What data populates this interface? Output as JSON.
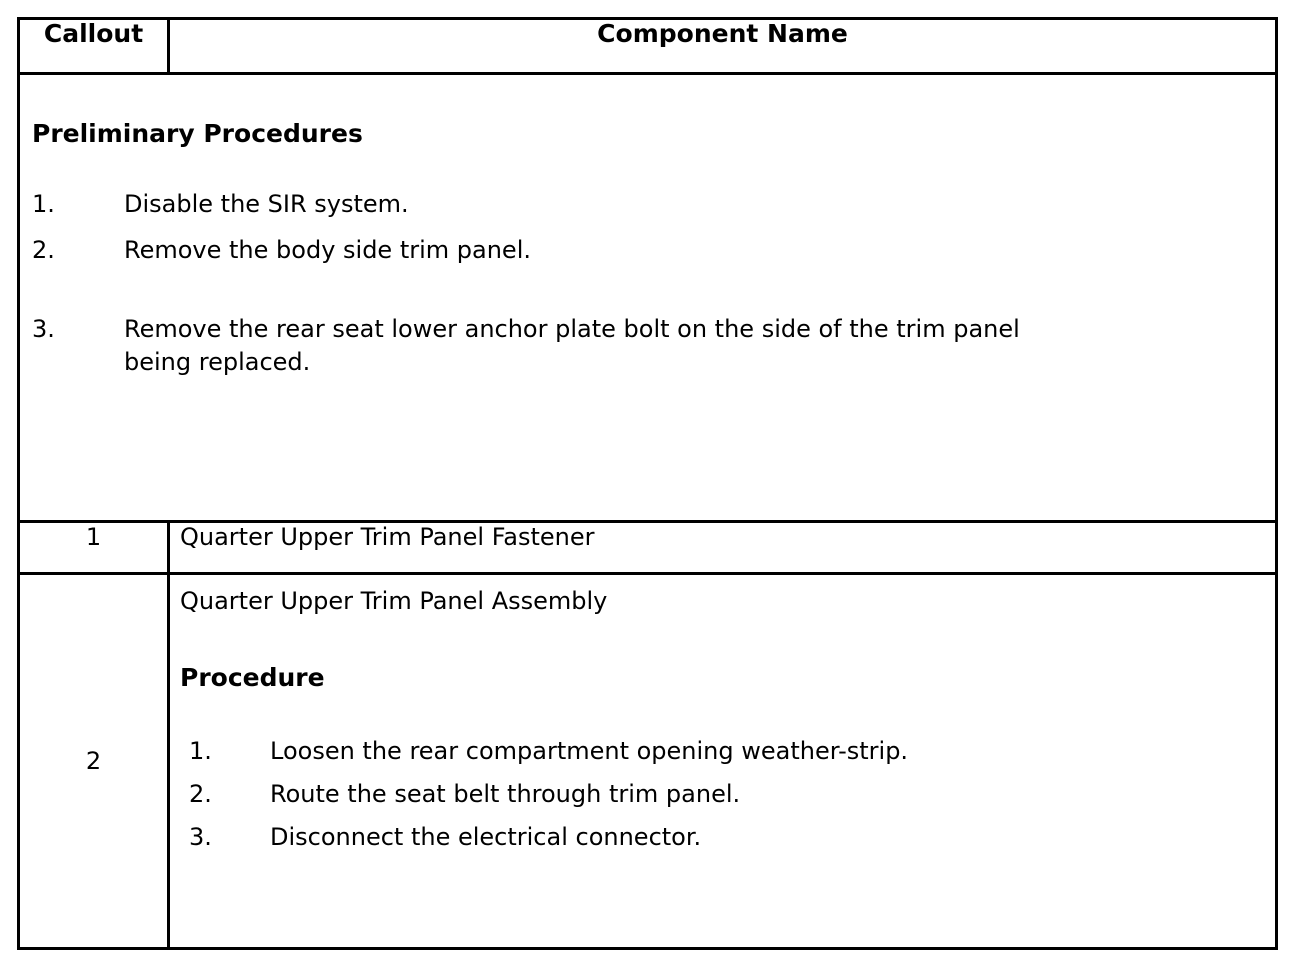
{
  "table": {
    "headers": {
      "callout": "Callout",
      "component_name": "Component Name"
    },
    "preliminary": {
      "title": "Preliminary Procedures",
      "steps": [
        {
          "num": "1.",
          "text": "Disable the SIR system."
        },
        {
          "num": "2.",
          "text": "Remove the body side trim panel."
        },
        {
          "num": "3.",
          "text": "Remove the rear seat lower anchor plate bolt on the side of the trim panel being replaced."
        }
      ]
    },
    "rows": [
      {
        "callout": "1",
        "component_name": "Quarter Upper Trim Panel Fastener"
      },
      {
        "callout": "2",
        "component_name": "Quarter Upper Trim Panel Assembly",
        "procedure_title": "Procedure",
        "procedure_steps": [
          {
            "num": "1.",
            "text": "Loosen the rear compartment opening weather-strip."
          },
          {
            "num": "2.",
            "text": "Route the seat belt through trim panel."
          },
          {
            "num": "3.",
            "text": "Disconnect the electrical connector."
          }
        ]
      }
    ]
  },
  "colors": {
    "border": "#000000",
    "text": "#000000",
    "background": "#ffffff"
  }
}
